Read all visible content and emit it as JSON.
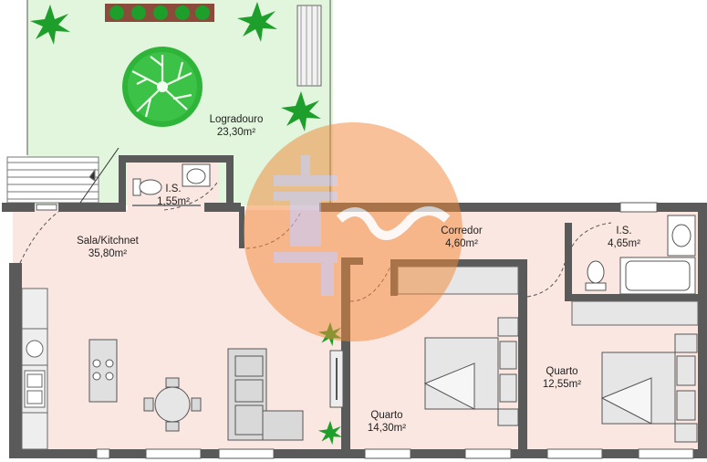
{
  "rooms": {
    "logradouro": {
      "name": "Logradouro",
      "area": "23,30m²"
    },
    "is_small": {
      "name": "I.S.",
      "area": "1,55m²"
    },
    "sala": {
      "name": "Sala/Kitchnet",
      "area": "35,80m²"
    },
    "corredor": {
      "name": "Corredor",
      "area": "4,60m²"
    },
    "is_right": {
      "name": "I.S.",
      "area": "4,65m²"
    },
    "quarto1": {
      "name": "Quarto",
      "area": "14,30m²"
    },
    "quarto2": {
      "name": "Quarto",
      "area": "12,55m²"
    }
  },
  "colors": {
    "garden": "#e1f6dc",
    "interior": "#fbe7e1",
    "wall": "#5a5a5a",
    "plant": "#1e9e2a",
    "furniture": "#d9d9d9",
    "watermark": "#f08a3c"
  },
  "icons": [
    "tree-icon",
    "plant-icon",
    "toilet-icon",
    "sink-icon",
    "bathtub-icon",
    "bed-icon",
    "stove-icon",
    "watermark-logo-icon"
  ]
}
